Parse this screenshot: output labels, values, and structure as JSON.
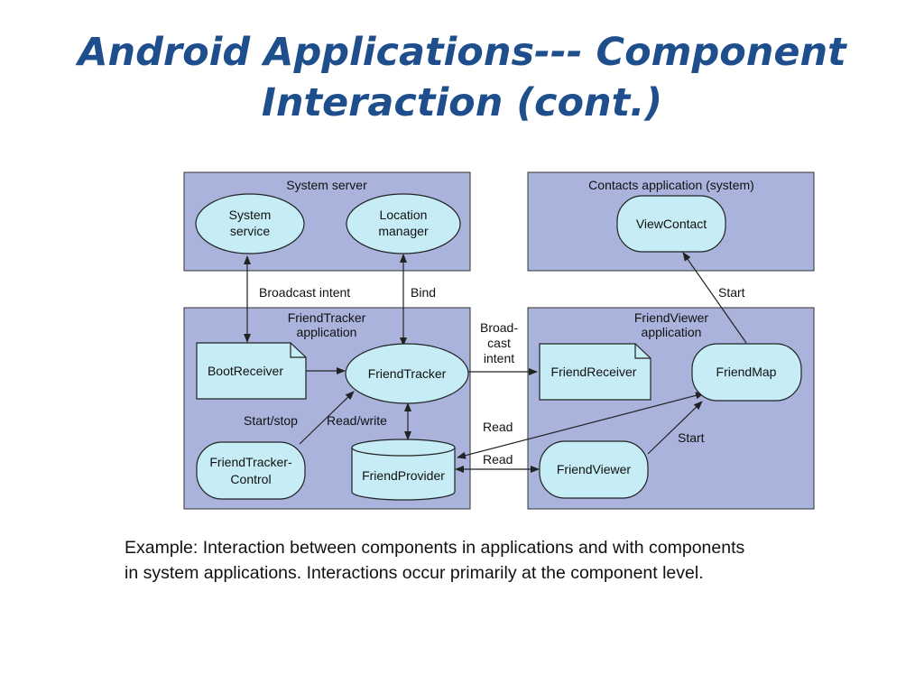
{
  "title": {
    "line1": "Android Applications--- Component",
    "line2": "Interaction (cont.)"
  },
  "colors": {
    "title": "#1f4e8c",
    "panel_fill": "#a9b3dc",
    "node_fill": "#c6ecf6",
    "stroke": "#222222"
  },
  "diagram": {
    "panels": {
      "system_server": "System server",
      "contacts": "Contacts application (system)",
      "friendtracker": [
        "FriendTracker",
        "application"
      ],
      "friendviewer": [
        "FriendViewer",
        "application"
      ]
    },
    "nodes": {
      "system_service": [
        "System",
        "service"
      ],
      "location_manager": [
        "Location",
        "manager"
      ],
      "view_contact": "ViewContact",
      "boot_receiver": "BootReceiver",
      "friend_tracker": "FriendTracker",
      "friend_tracker_control": [
        "FriendTracker-",
        "Control"
      ],
      "friend_provider": "FriendProvider",
      "friend_receiver": "FriendReceiver",
      "friend_map": "FriendMap",
      "friend_viewer": "FriendViewer"
    },
    "edges": {
      "broadcast_intent": "Broadcast intent",
      "bind": "Bind",
      "start_view_contact": "Start",
      "broadcast_cast_intent": [
        "Broad-",
        "cast",
        "intent"
      ],
      "start_stop": "Start/stop",
      "read_write": "Read/write",
      "read_map": "Read",
      "read_viewer": "Read",
      "start_map": "Start"
    }
  },
  "caption": {
    "line1": "Example: Interaction between components in applications and with components",
    "line2": "in system applications. Interactions occur primarily at the component level."
  }
}
